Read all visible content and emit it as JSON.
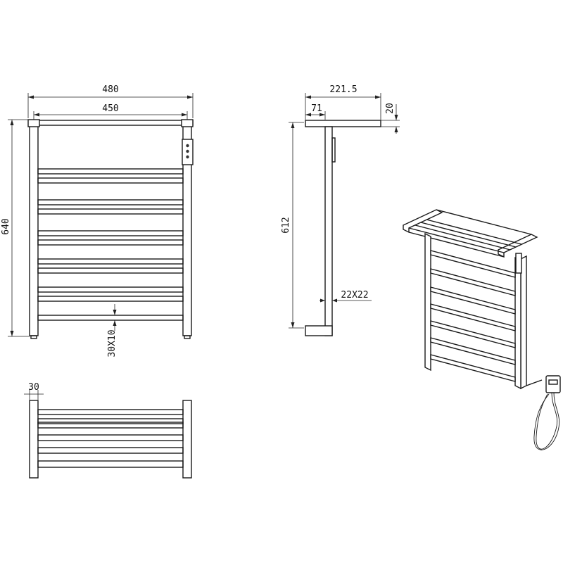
{
  "dimensions": {
    "overall_width": "480",
    "bar_width": "450",
    "overall_height": "640",
    "bar_section": "30X10",
    "depth": "221.5",
    "offset": "71",
    "shelf_thickness": "20",
    "side_height": "612",
    "tube_section": "22X22",
    "top_view_depth": "30"
  },
  "colors": {
    "line": "#1a1a1a",
    "background": "#ffffff"
  }
}
